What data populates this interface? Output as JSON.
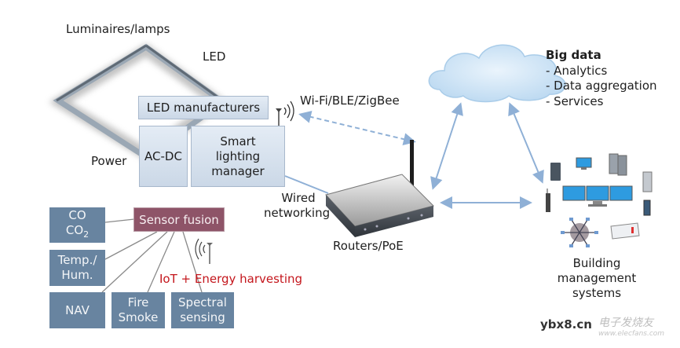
{
  "luminaires": {
    "title": "Luminaires/lamps",
    "led_label": "LED",
    "led_manufacturers": "LED manufacturers",
    "power_label": "Power",
    "acdc": "AC-DC",
    "smart_manager": [
      "Smart",
      "lighting",
      "manager"
    ]
  },
  "wireless": {
    "protocols": "Wi-Fi/BLE/ZigBee"
  },
  "wired": {
    "label_line1": "Wired",
    "label_line2": "networking"
  },
  "router": {
    "label": "Routers/PoE"
  },
  "cloud": {
    "title": "Big data",
    "items": [
      "- Analytics",
      "- Data aggregation",
      "- Services"
    ]
  },
  "bms": {
    "label": [
      "Building",
      "management",
      "systems"
    ]
  },
  "sensors": {
    "fusion": "Sensor fusion",
    "co_line1": "CO",
    "co2_base": "CO",
    "co2_sub": "2",
    "temp_line1": "Temp./",
    "temp_line2": "Hum.",
    "nav": "NAV",
    "fire_line1": "Fire",
    "fire_line2": "Smoke",
    "spectral_line1": "Spectral",
    "spectral_line2": "sensing",
    "iot_label": "IoT + Energy harvesting"
  },
  "watermark": {
    "site": "ybx8.cn",
    "brand": "电子发烧友",
    "url": "www.elecfans.com"
  },
  "colors": {
    "sensor_box": "#6884a0",
    "fusion_box": "#8e5468",
    "iot_red": "#c4161c",
    "link_blue": "#8fb0d6"
  }
}
